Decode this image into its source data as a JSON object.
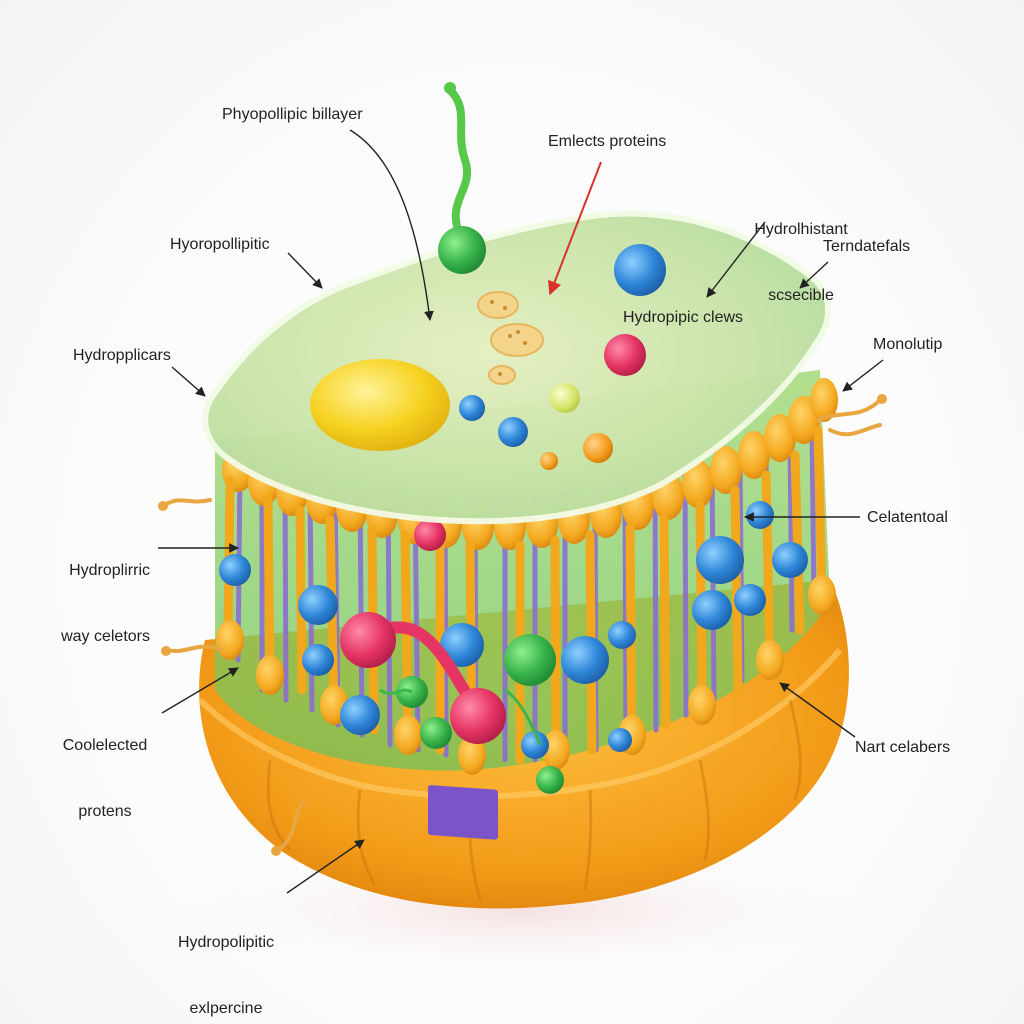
{
  "labels": {
    "phospholipid_bilayer": "Phyopollipic billayer",
    "embedded_proteins": "Emlects proteins",
    "hydrolhistant": [
      "Hydrolhistant",
      "scsecible"
    ],
    "hyoropollipitic": "Hyoropollipitic",
    "terndatefals": "Terndatefals",
    "hydropplicars": "Hydropplicars",
    "hydropipic_clews": "Hydropipic clews",
    "monolutip": "Monolutip",
    "hydroplipic_way": [
      "Hydroplirric",
      "way celetors"
    ],
    "celatentoal": "Celatentoal",
    "coolelected": [
      "Coolelected",
      "protens"
    ],
    "nart_celabers": "Nart celabers",
    "hydropolipitic_explercine": [
      "Hydropolipitic",
      "exlpercine"
    ]
  },
  "colors": {
    "membrane_top": "#c8e6a8",
    "lipid_heads": "#f2a81c",
    "bottom_layer": "#f0a020",
    "tails": "#8a6fd0",
    "arrow_red": "#d8322b",
    "protein_blue": "#3a8bd8",
    "protein_red": "#e8386a",
    "protein_green": "#3cb54a"
  }
}
